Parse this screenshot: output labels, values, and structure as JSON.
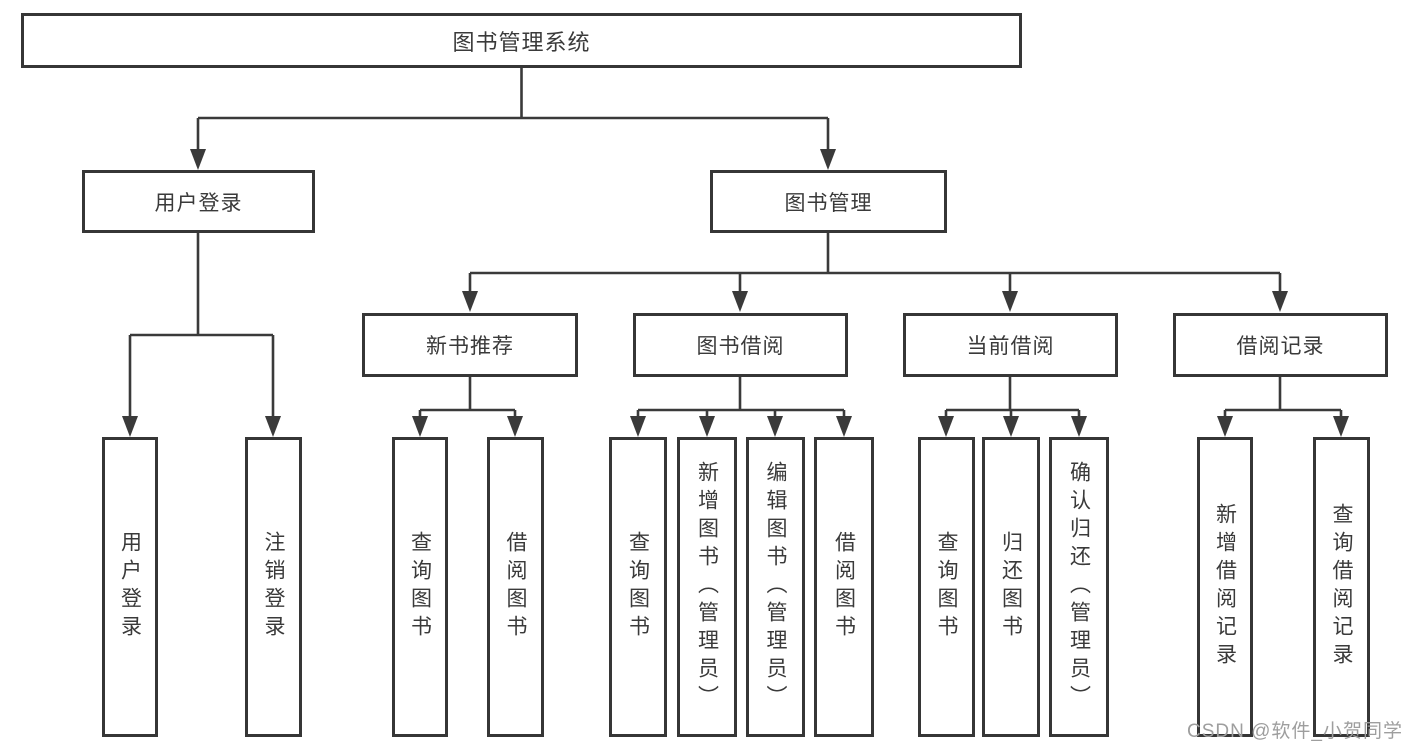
{
  "diagram": {
    "type": "tree-structure-diagram",
    "title": "图书管理系统"
  },
  "nodes": {
    "root": {
      "label": "图书管理系统"
    },
    "level2": {
      "user_login": {
        "label": "用户登录"
      },
      "book_management": {
        "label": "图书管理"
      }
    },
    "level3": {
      "new_book_recommend": {
        "label": "新书推荐"
      },
      "book_borrowing": {
        "label": "图书借阅"
      },
      "current_borrowing": {
        "label": "当前借阅"
      },
      "borrowing_records": {
        "label": "借阅记录"
      }
    },
    "leaves": {
      "user_login_leaf": {
        "label": "用户登录"
      },
      "logout_login": {
        "label": "注销登录"
      },
      "recommend_query_books": {
        "label": "查询图书"
      },
      "recommend_borrow_books": {
        "label": "借阅图书"
      },
      "borrowing_query_books": {
        "label": "查询图书"
      },
      "borrowing_add_books": {
        "label": "新增图书（管理员）"
      },
      "borrowing_edit_books": {
        "label": "编辑图书（管理员）"
      },
      "borrowing_borrow_books": {
        "label": "借阅图书"
      },
      "current_query_books": {
        "label": "查询图书"
      },
      "current_return_books": {
        "label": "归还图书"
      },
      "current_confirm_return": {
        "label": "确认归还（管理员）"
      },
      "records_add_record": {
        "label": "新增借阅记录"
      },
      "records_query_record": {
        "label": "查询借阅记录"
      }
    }
  },
  "watermark": {
    "text": "CSDN @软件_小贺同学"
  },
  "colors": {
    "line": "#3a3a3a",
    "box_border": "#363636",
    "text": "#3a3a3a",
    "background": "#ffffff",
    "watermark": "#9e9e9e"
  }
}
